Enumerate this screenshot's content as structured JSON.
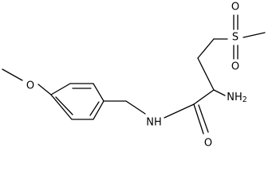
{
  "molecule": {
    "atoms": {
      "methoxy_o": "O",
      "amide_nh": "NH",
      "amino_nh2_main": "NH",
      "amino_nh2_sub": "2",
      "carbonyl_o": "O",
      "sulfur": "S",
      "sulfonyl_o_top": "O",
      "sulfonyl_o_bottom": "O"
    },
    "colors": {
      "bond": "#000000",
      "label": "#000000",
      "background": "#ffffff"
    }
  }
}
